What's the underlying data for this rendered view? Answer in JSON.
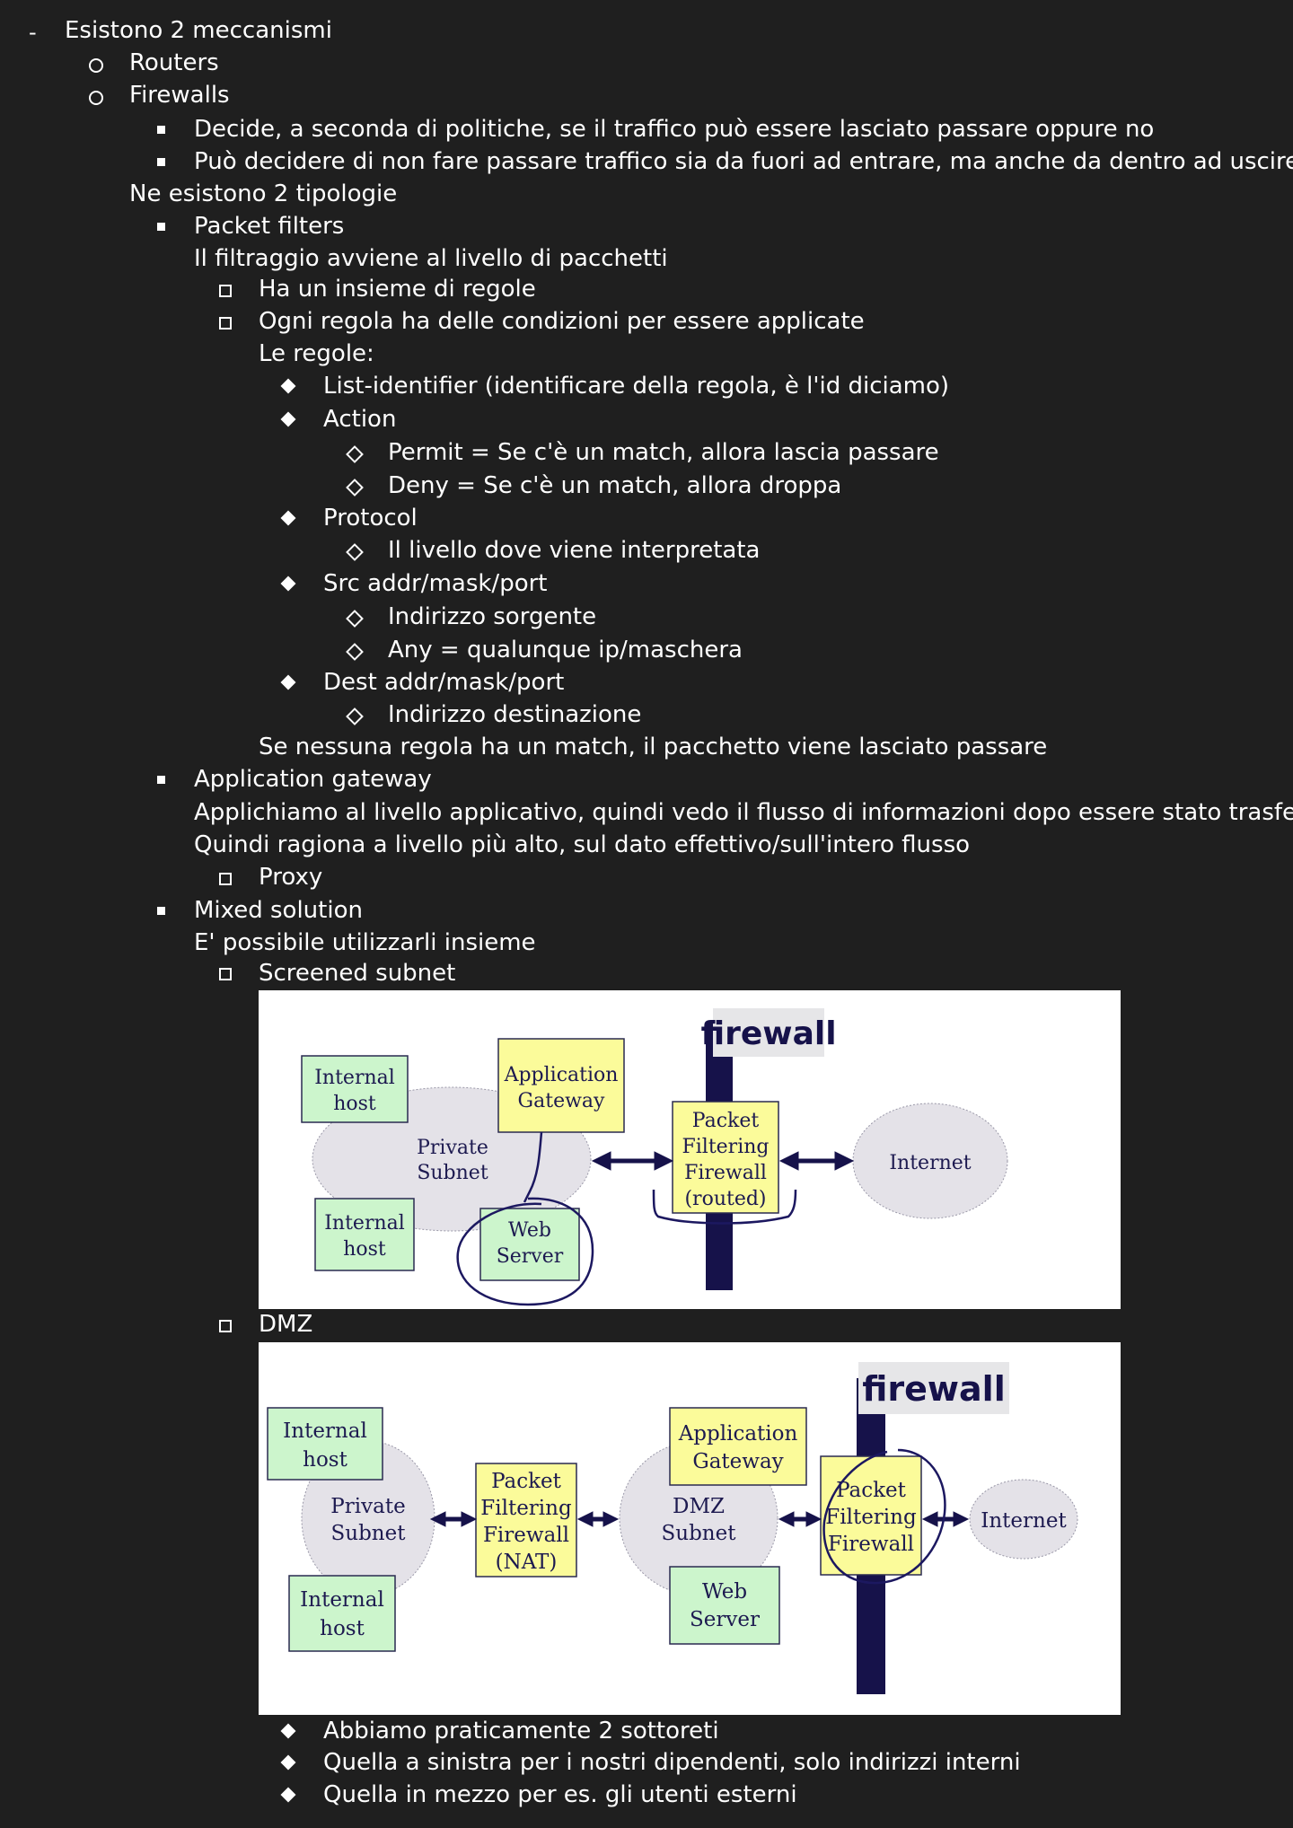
{
  "notes": {
    "l1": "Esistono 2 meccanismi",
    "l2": "Routers",
    "l3": "Firewalls",
    "l4": "Decide, a seconda di politiche, se il traffico può essere lasciato passare oppure no",
    "l5": "Può decidere di non fare passare traffico sia da fuori ad entrare, ma anche da dentro ad uscire",
    "l6": "Ne esistono 2 tipologie",
    "l7": "Packet filters",
    "l8": "Il filtraggio avviene al livello di pacchetti",
    "l9": "Ha un insieme di regole",
    "l10": "Ogni regola ha delle condizioni per essere applicate",
    "l11": "Le regole:",
    "l12": "List-identifier (identificare della regola, è l'id diciamo)",
    "l13": "Action",
    "l14": "Permit = Se c'è un match, allora lascia passare",
    "l15": "Deny = Se c'è un match, allora droppa",
    "l16": "Protocol",
    "l17": "Il livello dove viene interpretata",
    "l18": "Src addr/mask/port",
    "l19": "Indirizzo sorgente",
    "l20": "Any = qualunque ip/maschera",
    "l21": "Dest addr/mask/port",
    "l22": "Indirizzo destinazione",
    "l23": "Se nessuna regola ha un match, il pacchetto viene lasciato passare",
    "l24": "Application gateway",
    "l25": "Applichiamo al livello applicativo, quindi vedo il flusso di informazioni dopo essere stato trasferito",
    "l26": "Quindi ragiona a livello più alto, sul dato effettivo/sull'intero flusso",
    "l27": "Proxy",
    "l28": "Mixed solution",
    "l29": "E' possibile utilizzarli insieme",
    "l30": "Screened subnet",
    "l31": "DMZ",
    "l32": "Abbiamo praticamente 2 sottoreti",
    "l33": "Quella a sinistra per i nostri dipendenti, solo indirizzi interni",
    "l34": "Quella in mezzo per es. gli utenti esterni"
  },
  "bullets": {
    "dash": "-"
  },
  "diagram1": {
    "firewall_label": "firewall",
    "internal_host_top": [
      "Internal",
      "host"
    ],
    "internal_host_bottom": [
      "Internal",
      "host"
    ],
    "app_gateway": [
      "Application",
      "Gateway"
    ],
    "private_subnet": [
      "Private",
      "Subnet"
    ],
    "packet_filter": [
      "Packet",
      "Filtering",
      "Firewall",
      "(routed)"
    ],
    "internet": "Internet",
    "web_server": [
      "Web",
      "Server"
    ]
  },
  "diagram2": {
    "firewall_label": "firewall",
    "internal_host_top": [
      "Internal",
      "host"
    ],
    "internal_host_bottom": [
      "Internal",
      "host"
    ],
    "private_subnet": [
      "Private",
      "Subnet"
    ],
    "nat_filter": [
      "Packet",
      "Filtering",
      "Firewall",
      "(NAT)"
    ],
    "dmz_subnet": [
      "DMZ",
      "Subnet"
    ],
    "app_gateway": [
      "Application",
      "Gateway"
    ],
    "web_server": [
      "Web",
      "Server"
    ],
    "packet_filter": [
      "Packet",
      "Filtering",
      "Firewall"
    ],
    "internet": "Internet"
  },
  "colors": {
    "background": "#1f1f1f",
    "text": "#ffffff",
    "host_box": "#ccf5cc",
    "gateway_box": "#fbfb9a",
    "subnet_ellipse": "#e4e2e8",
    "firewall_bar": "#16124a",
    "firewall_label_bg": "#e6e6e8",
    "pen_ink": "#1c1860"
  }
}
